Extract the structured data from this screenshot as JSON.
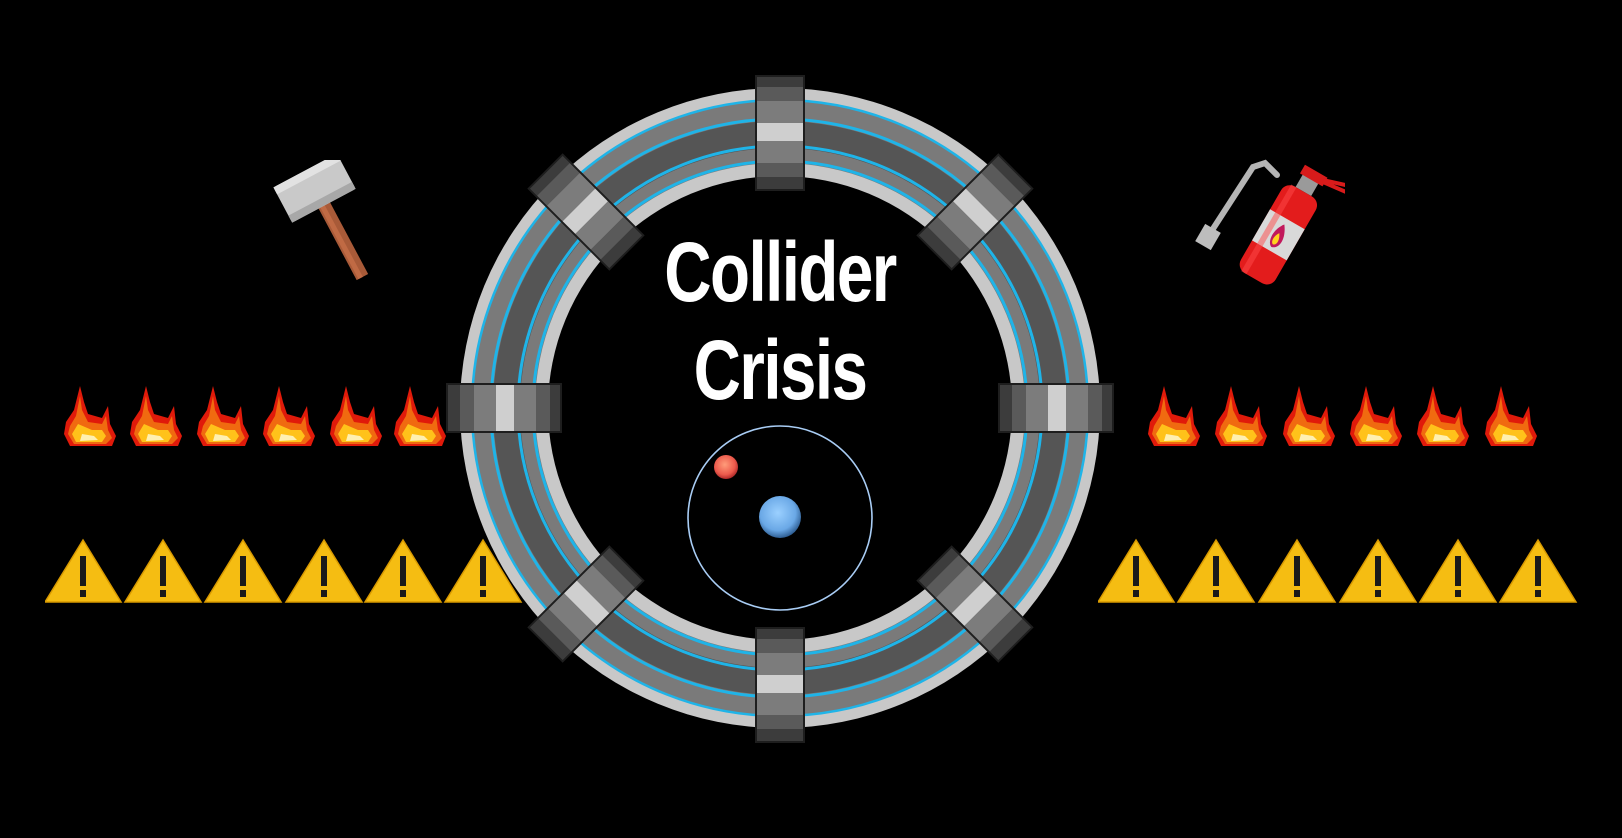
{
  "title": {
    "line1": "Collider",
    "line2": "Crisis"
  },
  "colors": {
    "background": "#000000",
    "ring_outer": "#c8c8c8",
    "ring_mid": "#7a7a7a",
    "ring_core": "#555555",
    "beam_line": "#1fb4e8",
    "particle_red": "#e85a4f",
    "particle_blue": "#6fb3f0",
    "orbit": "#a9cdf5"
  },
  "icons": {
    "left_tool": "hammer-icon",
    "right_tool": "fire-extinguisher-icon",
    "fire": "fire-icon",
    "warning": "warning-icon"
  },
  "left_row": {
    "fire_count": 6,
    "warning_count": 6
  },
  "right_row": {
    "fire_count": 6,
    "warning_count": 6
  }
}
